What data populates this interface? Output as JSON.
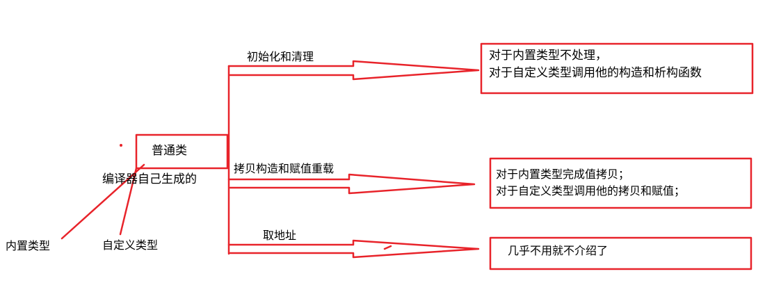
{
  "center_node": {
    "label": "普通类",
    "caption": "编译器自己生成的"
  },
  "bottom_labels": {
    "builtin": "内置类型",
    "custom": "自定义类型"
  },
  "branches": [
    {
      "label": "初始化和清理",
      "result_lines": [
        "对于内置类型不处理，",
        "对于自定义类型调用他的构造和析构函数"
      ]
    },
    {
      "label": "拷贝构造和赋值重载",
      "result_lines": [
        "对于内置类型完成值拷贝；",
        "对于自定义类型调用他的拷贝和赋值；"
      ]
    },
    {
      "label": "取地址",
      "result_lines": [
        "几乎不用就不介绍了"
      ]
    }
  ],
  "colors": {
    "stroke": "#e8232a",
    "text": "#000000"
  }
}
